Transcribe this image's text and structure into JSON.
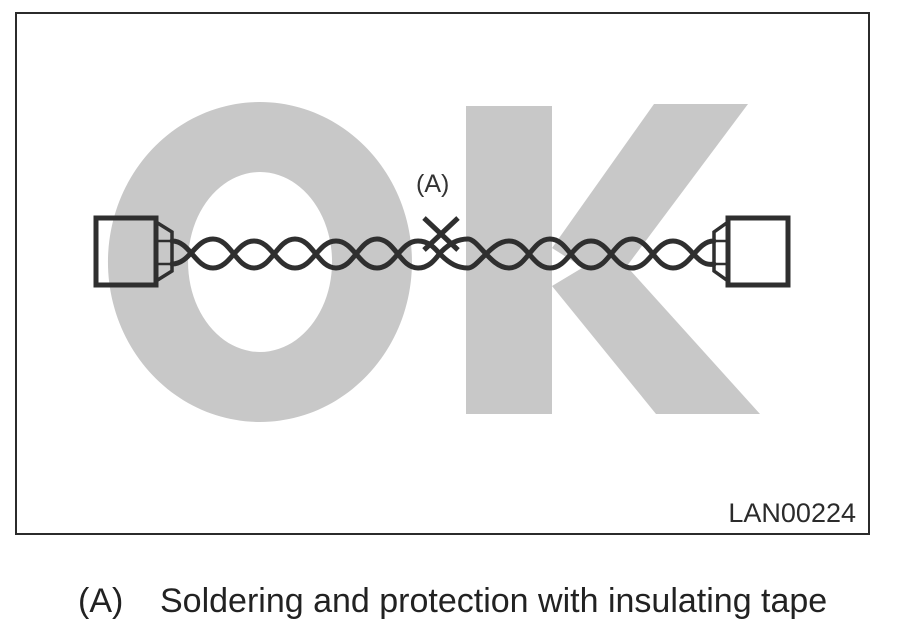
{
  "figure": {
    "watermark_text": "OK",
    "figure_code": "LAN00224",
    "callout_label": "(A)",
    "colors": {
      "watermark": "#c8c8c8",
      "line": "#2f2f2f",
      "frame": "#2b2b2b",
      "background": "#ffffff"
    }
  },
  "legend": [
    {
      "key": "(A)",
      "text": "Soldering and protection with insulating tape"
    }
  ]
}
